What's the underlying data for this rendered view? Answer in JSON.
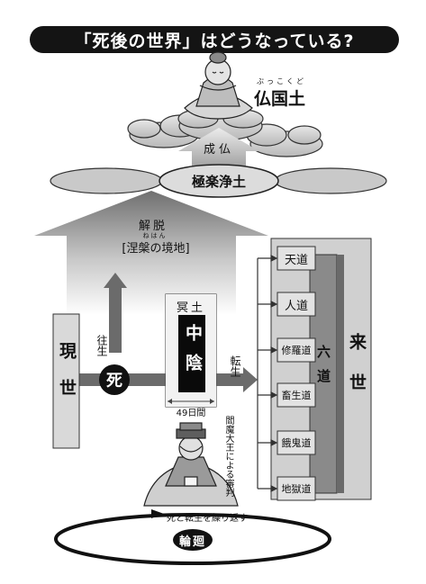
{
  "title": "「死後の世界」はどうなっている?",
  "buddha_land": {
    "ruby": "ぶっこくど",
    "label": "仏国土"
  },
  "attain_buddhahood": "成仏",
  "pure_land": "極楽浄土",
  "liberation": {
    "label": "解脱",
    "ruby": "ねはん",
    "sub": "[涅槃の境地]"
  },
  "this_world": "現世",
  "rebirth_up": "往生",
  "death": "死",
  "underworld": {
    "label": "冥土",
    "core": "中陰",
    "duration": "49日間"
  },
  "transmigration": "転生",
  "yama_judgement": "閻魔大王による審判",
  "six_paths": {
    "label": "六道",
    "items": [
      "天道",
      "人道",
      "修羅道",
      "畜生道",
      "餓鬼道",
      "地獄道"
    ]
  },
  "next_world": "来世",
  "samsara_caption": "死と転生を繰り返す",
  "samsara": "輪廻"
}
